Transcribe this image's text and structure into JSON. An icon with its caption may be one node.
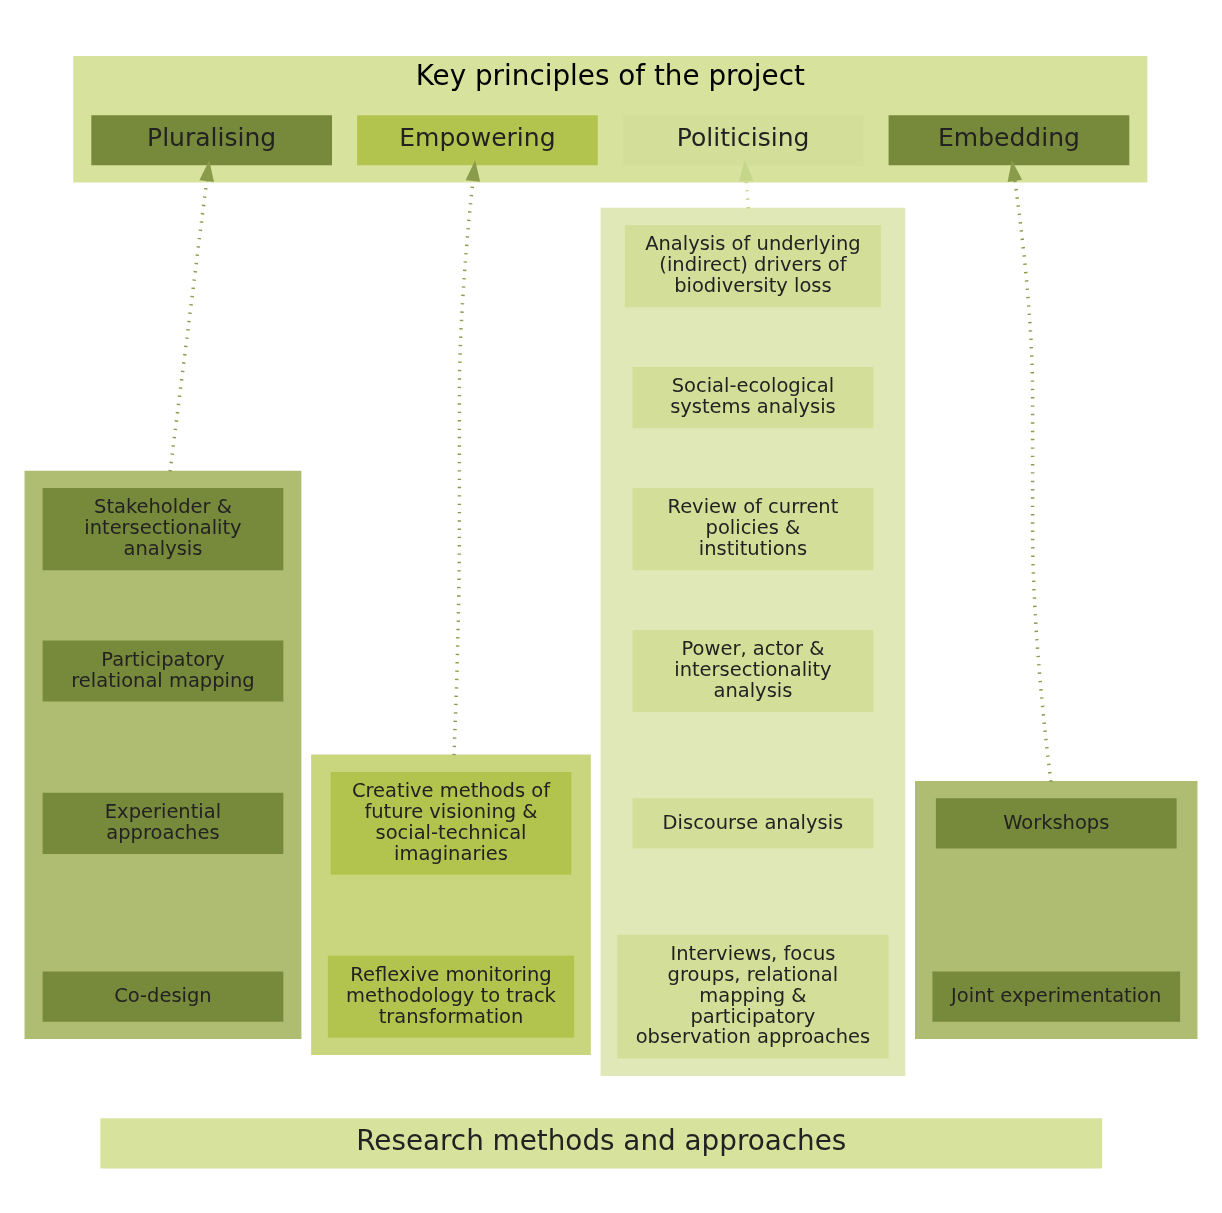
{
  "diagram": {
    "nodes": [
      {
        "text": [
          "Key principles of the project"
        ]
      },
      {
        "text": [
          "Pluralising"
        ],
        "in": 0
      },
      {
        "text": [
          "Empowering"
        ],
        "in": 0
      },
      {
        "text": [
          "Politicising"
        ],
        "in": 0
      },
      {
        "text": [
          "Embedding"
        ],
        "in": 0
      },
      {
        "text": [],
        "shape": "box"
      },
      {
        "text": [
          "Stakeholder & intersectionality analysis"
        ],
        "in": 5
      },
      {
        "text": [
          "Participatory relational mapping"
        ],
        "in": 5
      },
      {
        "text": [
          "Experiential approaches"
        ],
        "in": 5
      },
      {
        "text": [
          "Co-design"
        ],
        "in": 5
      },
      {
        "text": [],
        "shape": "box"
      },
      {
        "text": [
          "Creative methods of future visioning & social-technical imaginaries"
        ],
        "in": 10
      },
      {
        "text": [
          "Reflexive monitoring methodology to track transformation"
        ],
        "in": 10
      },
      {
        "text": [],
        "shape": "box"
      },
      {
        "text": [
          "Analysis of underlying (indirect) drivers of biodiversity loss"
        ],
        "in": 13
      },
      {
        "text": [
          "Social-ecological systems analysis"
        ],
        "in": 13
      },
      {
        "text": [
          "Review of current policies & institutions"
        ],
        "in": 13
      },
      {
        "text": [
          "Power, actor & intersectionality analysis"
        ],
        "in": 13
      },
      {
        "text": [
          "Discourse analysis"
        ],
        "in": 13
      },
      {
        "text": [
          "Interviews, focus groups, relational mapping & participatory observation approaches"
        ],
        "in": 13
      },
      {
        "text": [],
        "shape": "box"
      },
      {
        "text": [
          "Workshops"
        ],
        "in": 20
      },
      {
        "text": [
          "Joint experimentation"
        ],
        "in": 20
      },
      {
        "text": [
          "Research methods and approaches"
        ]
      }
    ],
    "edges": [
      {
        "from": 5,
        "to": 1,
        "arrow": "to",
        "style": "dashed"
      },
      {
        "from": 10,
        "to": 2,
        "arrow": "to",
        "style": "dashed"
      },
      {
        "from": 13,
        "to": 3,
        "arrow": "to",
        "style": "dashed",
        "color": "#c5d68a"
      },
      {
        "from": 20,
        "to": 4,
        "arrow": "to",
        "style": "dashed"
      }
    ]
  }
}
